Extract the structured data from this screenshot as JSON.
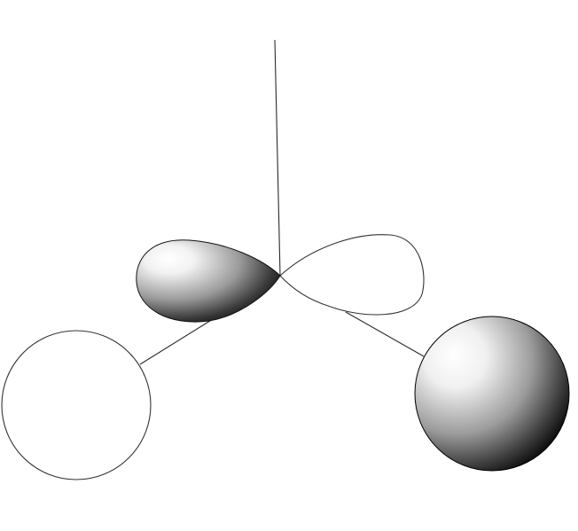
{
  "diagram": {
    "description_visible_text": "",
    "colors": {
      "background": "#ffffff",
      "line": "#2a2a2a",
      "shaded_light": "#ffffff",
      "shaded_dark": "#000000"
    },
    "elements": {
      "vertical_axis": "line",
      "left_lobe": "shaded",
      "right_lobe": "outline",
      "left_sphere": "outline",
      "right_sphere": "shaded"
    }
  }
}
